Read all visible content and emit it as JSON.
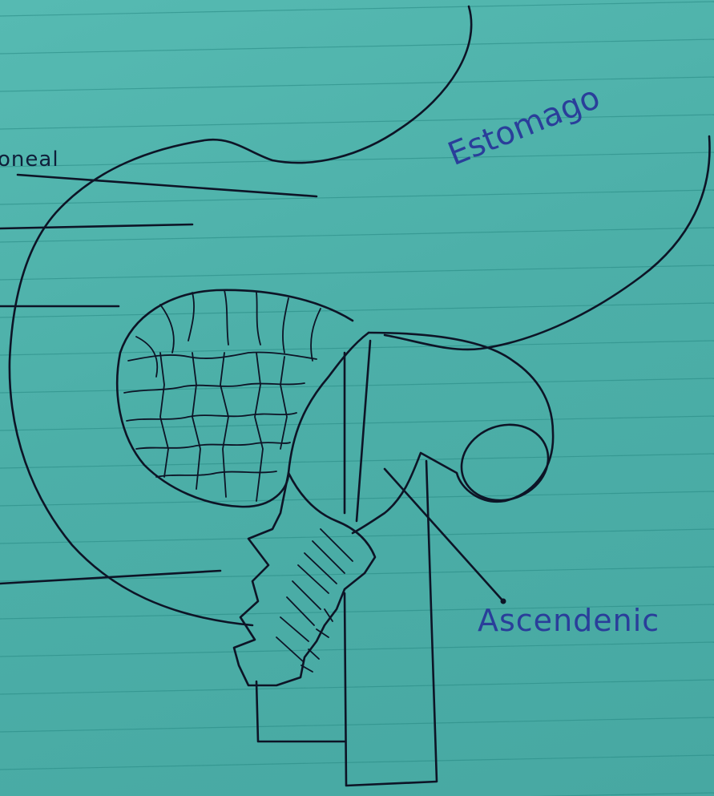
{
  "diagram": {
    "labels": {
      "peritoneal": "oneal",
      "estomago": "Estomago",
      "ascendente": "Ascendenic"
    },
    "colors": {
      "paper": "#4fb3ac",
      "ink": "#0d1426",
      "blue_ink": "#2a3e9a",
      "ruled_line": "#2a8c86"
    }
  }
}
